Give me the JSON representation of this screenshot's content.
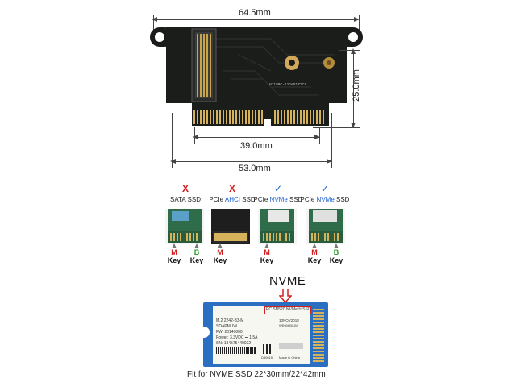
{
  "dimensions": {
    "top_width": "64.5mm",
    "height": "25.0mm",
    "inner_width": "39.0mm",
    "bottom_width": "53.0mm"
  },
  "adapter": {
    "serial_text": "H1180C-11Ge51Z1CZ"
  },
  "compatibility": {
    "columns": [
      {
        "name_pre": "SATA SSD",
        "name_colored": "",
        "name_post": "",
        "supported": false,
        "mark": "X",
        "keys": [
          "M",
          "B"
        ]
      },
      {
        "name_pre": "PCIe ",
        "name_colored": "AHCI",
        "name_post": " SSD",
        "supported": false,
        "mark": "X",
        "keys": [
          "M"
        ]
      },
      {
        "name_pre": "PCIe ",
        "name_colored": "NVMe",
        "name_post": " SSD",
        "supported": true,
        "mark": "✓",
        "keys": [
          "M"
        ]
      },
      {
        "name_pre": "PCIe ",
        "name_colored": "NVMe",
        "name_post": " SSD",
        "supported": true,
        "mark": "✓",
        "keys": [
          "M",
          "B"
        ]
      }
    ],
    "key_word": "Key",
    "colors": {
      "no": "#d42020",
      "yes": "#1a5fd0",
      "m_key": "#d42020",
      "b_key": "#2a9a2a"
    }
  },
  "ssd_card": {
    "callout": "NVME",
    "label_top": "PC SN520 NVMe™ SSD",
    "model": "M.2 2242-B3-M",
    "part": "SDAPMUW",
    "fw": "FW: 20140000",
    "power": "Power: 3.3VDC ⎓ 1.5A",
    "sn": "SN: 184575440022",
    "date": "10NOV2018",
    "qr": "D30015",
    "barcode": "WE00H30JM",
    "origin": "Made in China",
    "caption": "Fit for NVME SSD 22*30mm/22*42mm"
  }
}
